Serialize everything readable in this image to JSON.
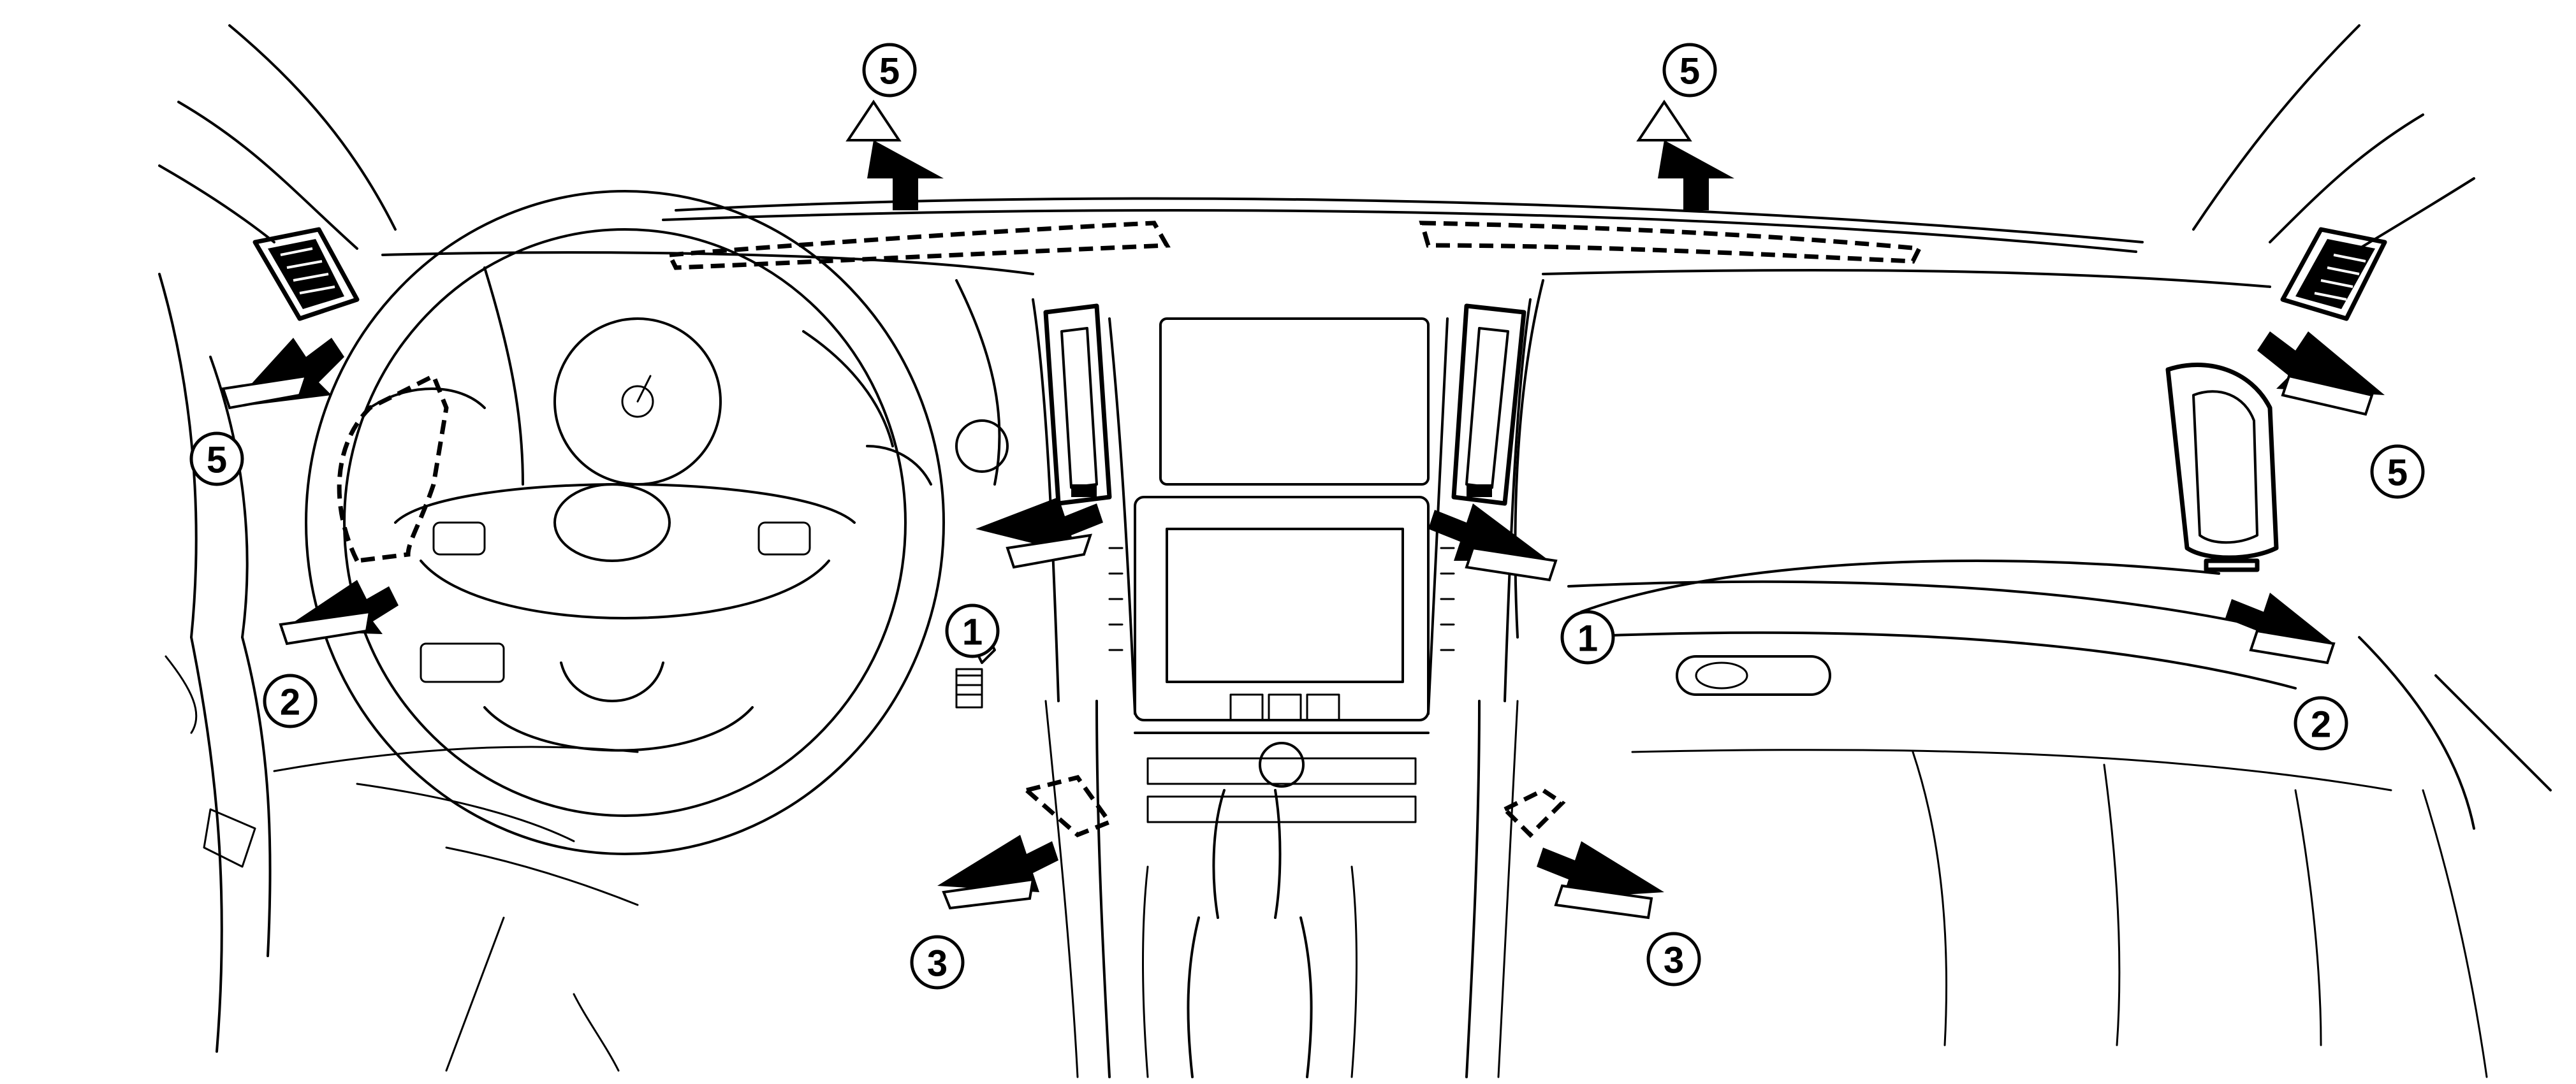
{
  "callouts": {
    "c5_top_left": "5",
    "c5_top_right": "5",
    "c5_left": "5",
    "c5_right": "5",
    "c1_left": "1",
    "c1_right": "1",
    "c2_left": "2",
    "c2_right": "2",
    "c3_left": "3",
    "c3_right": "3"
  },
  "colors": {
    "line": "#000000",
    "background": "#ffffff"
  }
}
